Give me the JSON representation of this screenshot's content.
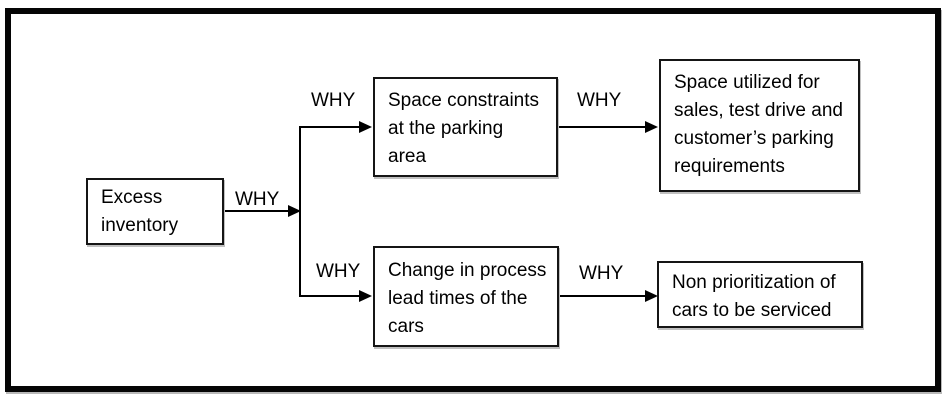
{
  "diagram": {
    "title_hint": "why-why root cause analysis",
    "why_label": "WHY",
    "nodes": {
      "root": {
        "id": "root",
        "label": "Excess\ninventory"
      },
      "cause_top": {
        "id": "cause_top",
        "label": "Space constraints\nat the parking\narea"
      },
      "cause_top_2": {
        "id": "cause_top_2",
        "label": "Space utilized for\nsales, test drive and\ncustomer’s parking\nrequirements"
      },
      "cause_bottom": {
        "id": "cause_bottom",
        "label": "Change in process\nlead times of the\ncars"
      },
      "cause_bottom_2": {
        "id": "cause_bottom_2",
        "label": "Non prioritization of\ncars to be serviced"
      }
    },
    "edges": [
      {
        "from": "root",
        "to": "cause_top",
        "label": "WHY"
      },
      {
        "from": "root",
        "to": "cause_bottom",
        "label": "WHY"
      },
      {
        "from": "cause_top",
        "to": "cause_top_2",
        "label": "WHY"
      },
      {
        "from": "cause_bottom",
        "to": "cause_bottom_2",
        "label": "WHY"
      }
    ],
    "colors": {
      "line": "#000000",
      "box_border": "#151515",
      "frame_border": "#050505",
      "background": "#ffffff",
      "text": "#000000"
    }
  }
}
